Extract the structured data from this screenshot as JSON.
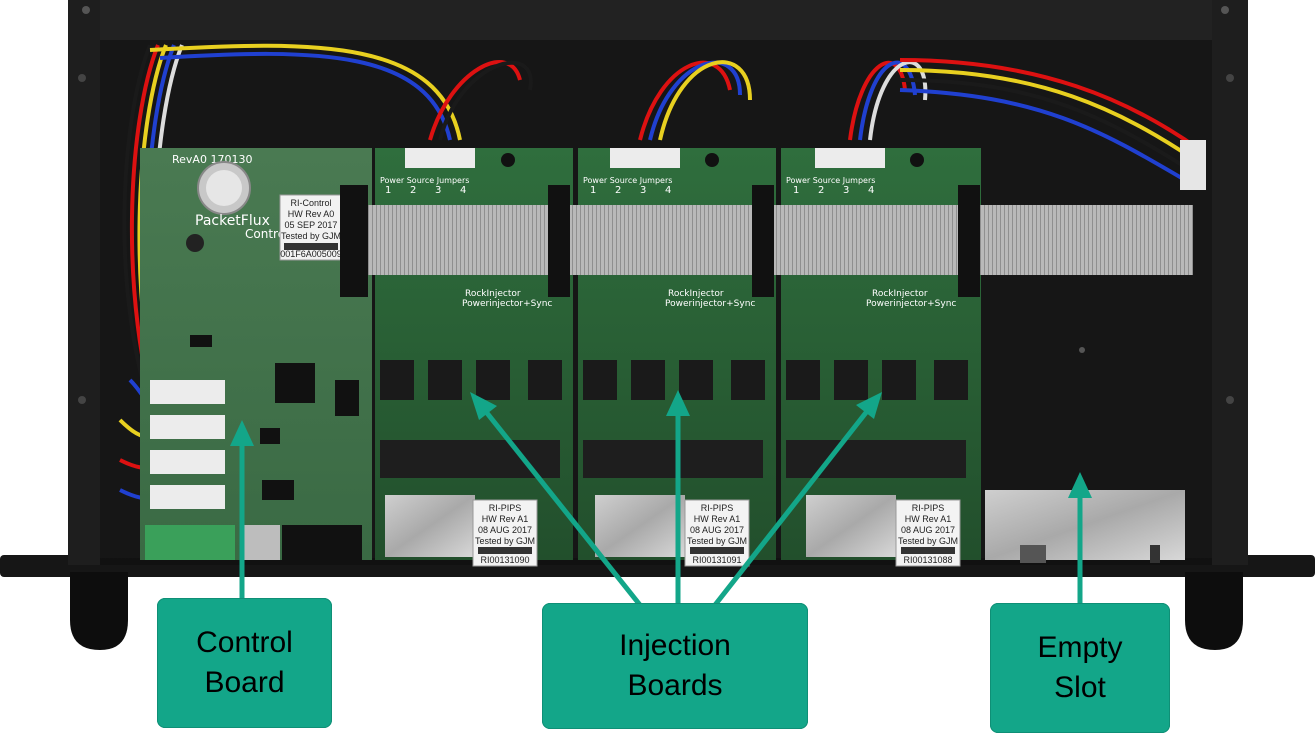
{
  "control_board": {
    "rev": "RevA0  170130",
    "brand_line1": "PacketFlux",
    "brand_line2": "Control",
    "sticker": [
      "RI-Control",
      "HW Rev A0",
      "05 SEP 2017",
      "Tested by GJM"
    ],
    "serial": "001F6A005009"
  },
  "injection_boards": [
    {
      "jumper_title": "Power Source Jumpers",
      "jumper_numbers": [
        "1",
        "2",
        "3",
        "4"
      ],
      "title1": "RockInjector",
      "title2": "Powerinjector+Sync",
      "sticker": [
        "RI-PIPS",
        "HW Rev A1",
        "08 AUG 2017",
        "Tested by GJM"
      ],
      "serial": "RI00131090"
    },
    {
      "jumper_title": "Power Source Jumpers",
      "jumper_numbers": [
        "1",
        "2",
        "3",
        "4"
      ],
      "title1": "RockInjector",
      "title2": "Powerinjector+Sync",
      "sticker": [
        "RI-PIPS",
        "HW Rev A1",
        "08 AUG 2017",
        "Tested by GJM"
      ],
      "serial": "RI00131091"
    },
    {
      "jumper_title": "Power Source Jumpers",
      "jumper_numbers": [
        "1",
        "2",
        "3",
        "4"
      ],
      "title1": "RockInjector",
      "title2": "Powerinjector+Sync",
      "sticker": [
        "RI-PIPS",
        "HW Rev A1",
        "08 AUG 2017",
        "Tested by GJM"
      ],
      "serial": "RI00131088"
    }
  ],
  "callouts": {
    "control": [
      "Control",
      "Board"
    ],
    "injection": [
      "Injection",
      "Boards"
    ],
    "empty": [
      "Empty",
      "Slot"
    ]
  },
  "colors": {
    "callout": "#13a689",
    "pcb": "#2e6b3a",
    "chassis": "#1a1a1a"
  }
}
